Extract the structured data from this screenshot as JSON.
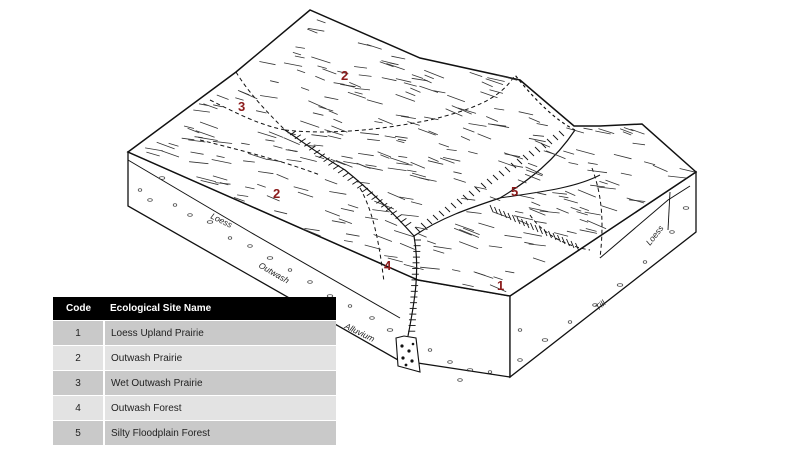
{
  "map_labels": [
    "2",
    "3",
    "2",
    "5",
    "4",
    "1"
  ],
  "colors": {
    "code_label": "#8b1a1a",
    "header_bg": "#000000",
    "row_dark": "#c9c9c9",
    "row_light": "#e3e3e3"
  },
  "geology_labels": {
    "loess_left": "Loess",
    "outwash": "Outwash",
    "alluvium": "Alluvium",
    "till": "Till",
    "loess_right": "Loess"
  },
  "legend": {
    "header_code": "Code",
    "header_name": "Ecological Site Name",
    "rows": [
      {
        "code": "1",
        "name": "Loess Upland Prairie"
      },
      {
        "code": "2",
        "name": "Outwash Prairie"
      },
      {
        "code": "3",
        "name": "Wet Outwash Prairie"
      },
      {
        "code": "4",
        "name": "Outwash Forest"
      },
      {
        "code": "5",
        "name": "Silty Floodplain Forest"
      }
    ]
  }
}
